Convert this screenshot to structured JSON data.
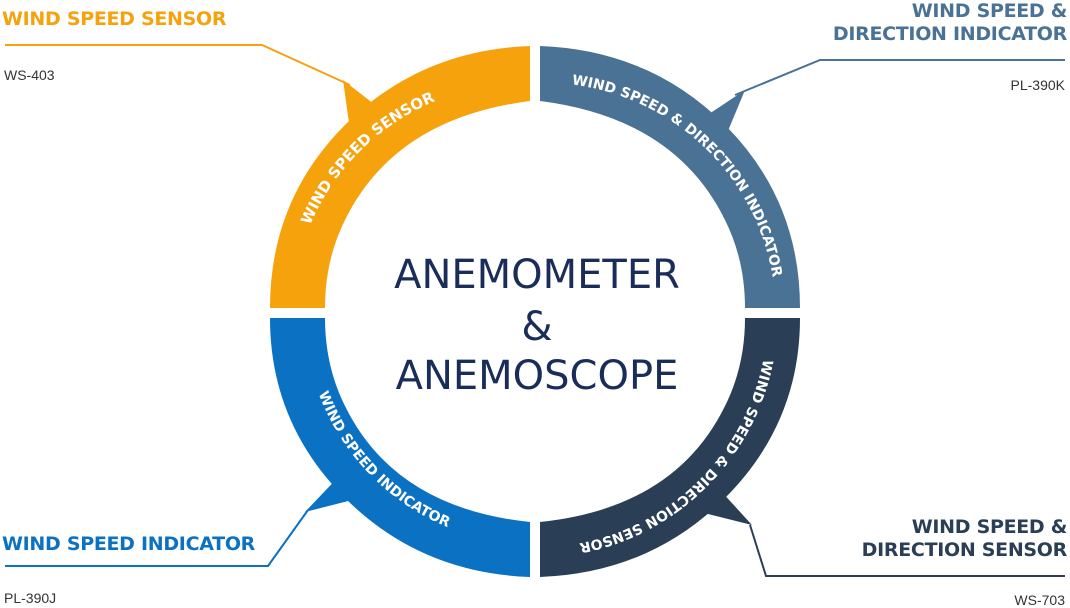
{
  "center": {
    "line1": "ANEMOMETER",
    "line2": "&",
    "line3": "ANEMOSCOPE"
  },
  "colors": {
    "wind_speed_sensor": "#f5a20c",
    "wind_speed_direction_indicator": "#4a7295",
    "wind_speed_indicator": "#0b71c3",
    "wind_speed_direction_sensor": "#2a3f55",
    "center_text": "#1a2d5a"
  },
  "segments": [
    {
      "key": "wind_speed_sensor",
      "arc_label": "WIND SPEED SENSOR"
    },
    {
      "key": "wind_speed_direction_indicator",
      "arc_label": "WIND SPEED & DIRECTION INDICATOR"
    },
    {
      "key": "wind_speed_indicator",
      "arc_label": "WIND SPEED INDICATOR"
    },
    {
      "key": "wind_speed_direction_sensor",
      "arc_label": "WIND SPEED & DIRECTION SENSOR"
    }
  ],
  "callouts": {
    "top_left": {
      "title": "WIND SPEED SENSOR",
      "code": "WS-403"
    },
    "top_right": {
      "title_line1": "WIND SPEED &",
      "title_line2": "DIRECTION INDICATOR",
      "code": "PL-390K"
    },
    "bottom_left": {
      "title": "WIND SPEED INDICATOR",
      "code": "PL-390J"
    },
    "bottom_right": {
      "title_line1": "WIND SPEED &",
      "title_line2": "DIRECTION SENSOR",
      "code": "WS-703"
    }
  }
}
